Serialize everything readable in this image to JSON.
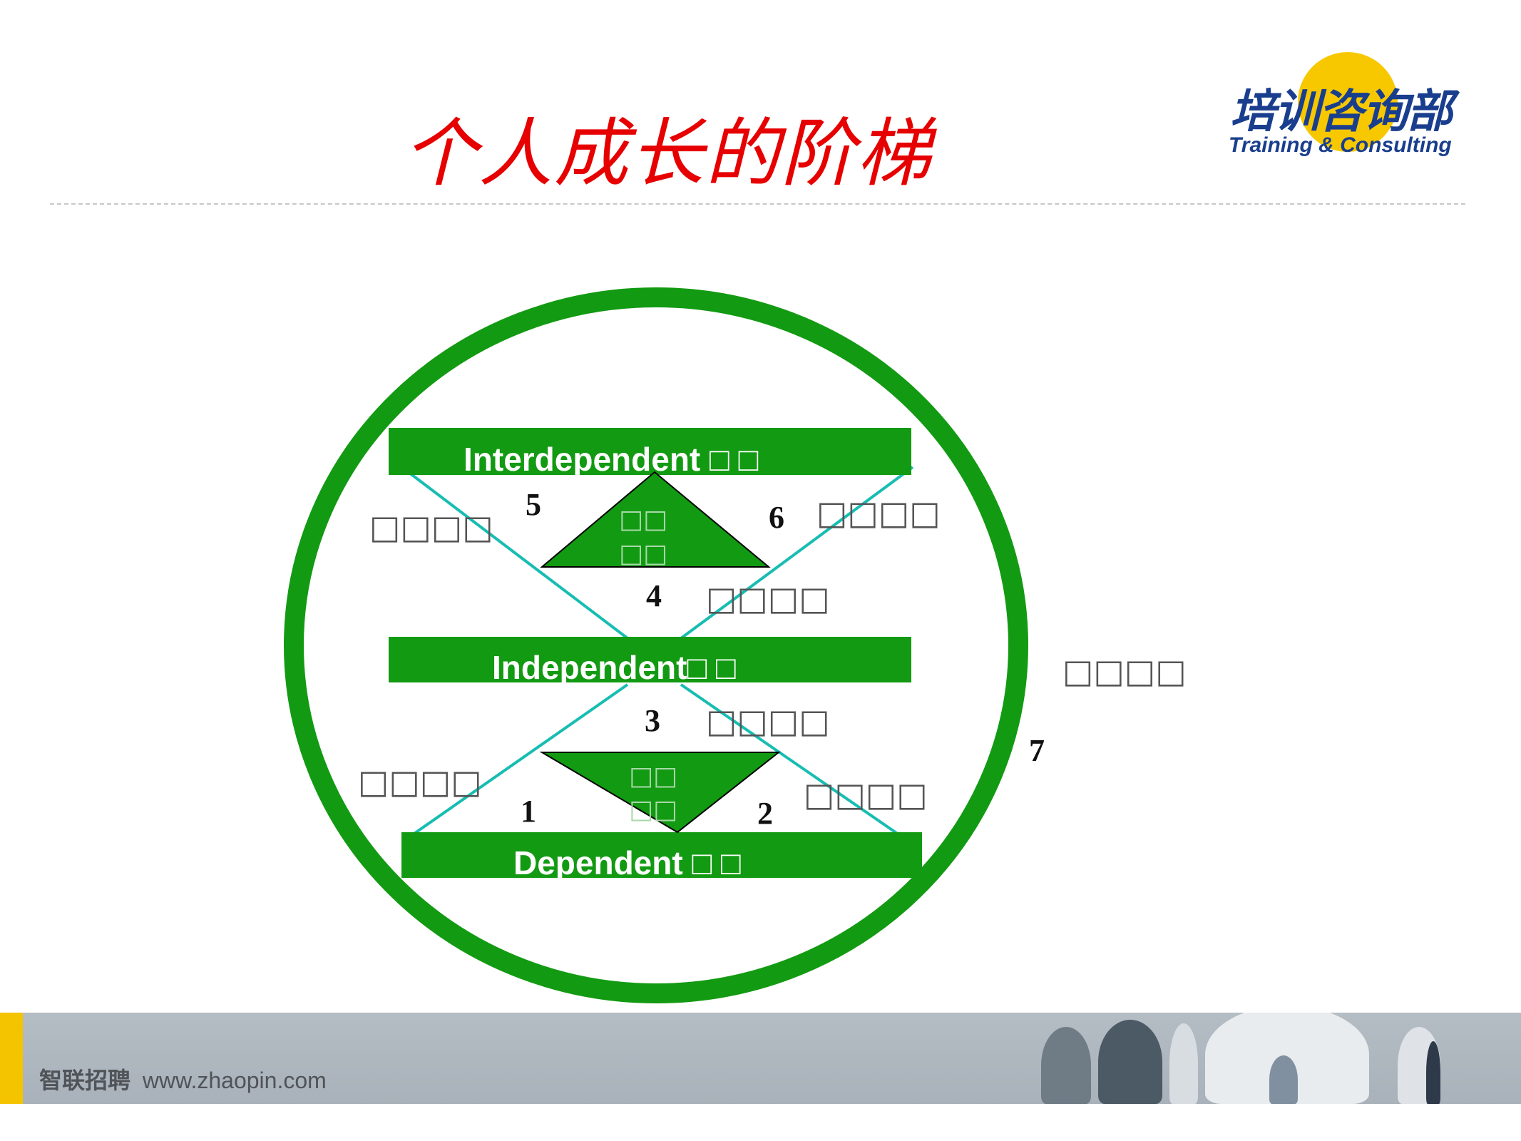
{
  "title": "个人成长的阶梯",
  "logo": {
    "chinese": "培训咨询部",
    "english": "Training & Consulting"
  },
  "diagram": {
    "levels": [
      {
        "key": "interdependent",
        "label": "Interdependent □ □"
      },
      {
        "key": "independent",
        "label": "Independent□ □"
      },
      {
        "key": "dependent",
        "label": "Dependent □ □"
      }
    ],
    "triangles": [
      {
        "key": "top",
        "lines": [
          "□□",
          "□□"
        ]
      },
      {
        "key": "bottom",
        "lines": [
          "□□",
          "□□"
        ]
      }
    ],
    "numbers": [
      "1",
      "2",
      "3",
      "4",
      "5",
      "6",
      "7"
    ],
    "side_labels": {
      "left_5": "□□□□",
      "right_6": "□□□□",
      "right_4": "□□□□",
      "outer_7": "□□□□",
      "right_3": "□□□□",
      "left_1": "□□□□",
      "right_2": "□□□□"
    },
    "colors": {
      "green": "#129a12",
      "cyan_line": "#17bdb2",
      "bar_text": "#ffffff",
      "triangle_text": "#a8d8a8",
      "label_text": "#555555"
    }
  },
  "footer": {
    "brand_cn": "智联招聘",
    "brand_url": "www.zhaopin.com",
    "accent_color": "#f5c400"
  }
}
